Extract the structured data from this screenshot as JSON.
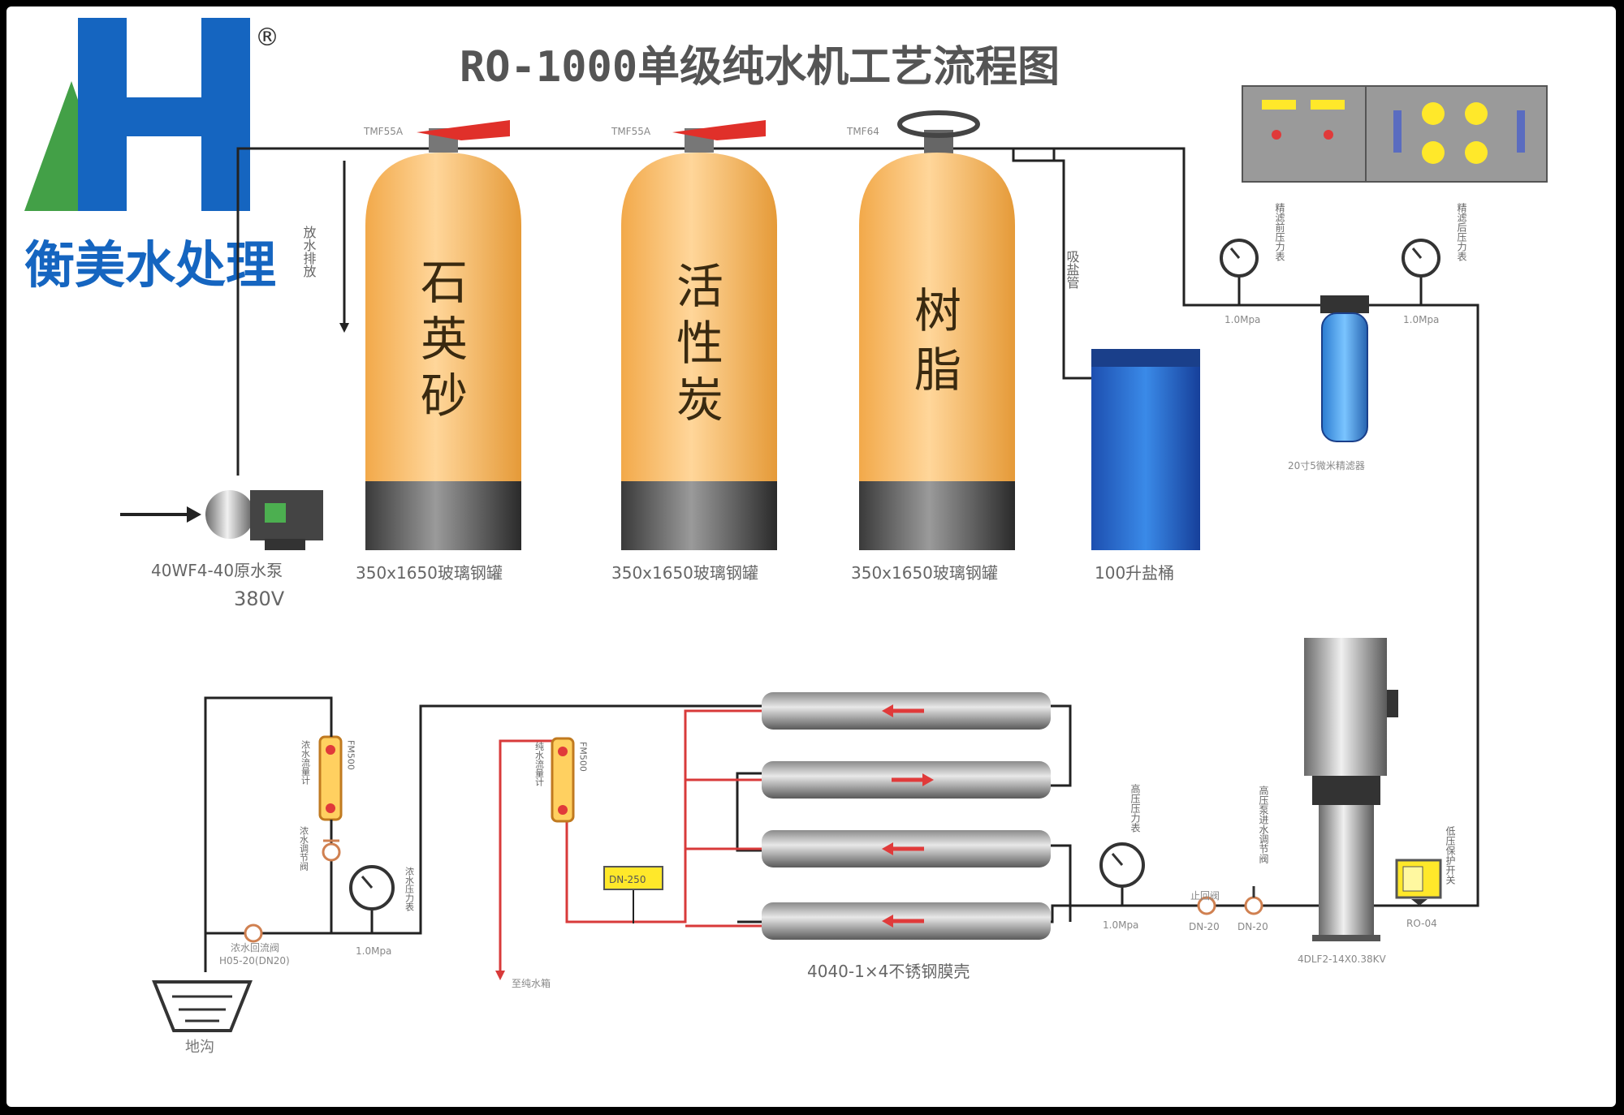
{
  "brand": {
    "name": "衡美水处理",
    "registered_mark": "®",
    "colors": {
      "blue": "#1565c0",
      "green": "#43a047"
    }
  },
  "title": "RO-1000单级纯水机工艺流程图",
  "tanks": [
    {
      "label_top": "TMF55A",
      "chars": [
        "石",
        "英",
        "砂"
      ],
      "caption": "350x1650玻璃钢罐"
    },
    {
      "label_top": "TMF55A",
      "chars": [
        "活",
        "性",
        "炭"
      ],
      "caption": "350x1650玻璃钢罐"
    },
    {
      "label_top": "TMF64",
      "chars": [
        "树",
        "脂"
      ],
      "caption": "350x1650玻璃钢罐"
    }
  ],
  "brine_tank": {
    "caption": "100升盐桶"
  },
  "pump": {
    "caption_line1": "40WF4-40原水泵",
    "caption_line2": "380V"
  },
  "labels": {
    "drain": "放水排放",
    "brine_pipe": "吸盐管",
    "gauge1_value": "1.0Mpa",
    "gauge2_value": "1.0Mpa",
    "gauge1_vert": "精滤前压力表",
    "gauge2_vert": "精滤后压力表",
    "filter_caption": "20寸5微米精滤器",
    "hp_gauge_value": "1.0Mpa",
    "hp_gauge_vert": "高压压力表",
    "valve1": "DN-20",
    "valve1_top": "止回阀",
    "valve2": "DN-20",
    "valve2_vert": "高压泵进水调节阀",
    "hp_pump_caption": "4DLF2-14X0.38KV",
    "switch_caption": "RO-04",
    "switch_vert": "低压保护开关",
    "membrane_caption": "4040-1×4不锈钢膜壳",
    "dn_label": "DN-250",
    "pure_water": "至纯水箱",
    "conc_gauge_value": "1.0Mpa",
    "conc_gauge_vert": "浓水压力表",
    "flow1_vert": "纯水流量计",
    "flow1_vert2": "FM500",
    "flow2_vert": "浓水流量计",
    "flow2_vert2": "FM500",
    "conc_valve_vert": "浓水调节阀",
    "return_valve": "浓水回流阀",
    "return_valve2": "H05-20(DN20)",
    "drain_pit": "地沟"
  },
  "panel": {
    "colors": {
      "gray": "#9a9a9a",
      "yellow": "#ffe82a",
      "red": "#e03a3a",
      "blue": "#5a6cc0"
    }
  }
}
